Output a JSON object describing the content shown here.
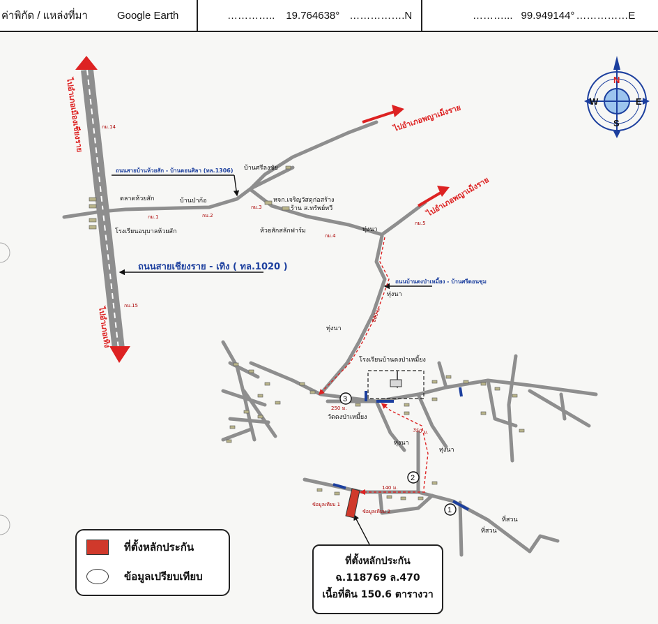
{
  "header": {
    "label": "ค่าพิกัด / แหล่งที่มา",
    "source": "Google Earth",
    "lat_prefix": "…………..",
    "lat_value": "19.764638°",
    "lat_suffix": "…………….N",
    "lon_prefix": "………...",
    "lon_value": "99.949144°",
    "lon_suffix": "……………E"
  },
  "compass": {
    "n": "N",
    "s": "S",
    "e": "E",
    "w": "W"
  },
  "directions": {
    "to_chiang_rai": "ไปอำเภอเมืองเชียงราย",
    "to_thoeng": "ไปอำเภอเทิง",
    "to_phaya_mengrai_1": "ไปอำเภอพญาเม็งราย",
    "to_phaya_mengrai_2": "ไปอำเภอพญาเม็งราย"
  },
  "roads": {
    "road_1306": "ถนนสายบ้านห้วยสัก - บ้านดอนศิลา (ทล.1306)",
    "highway_1020": "ถนนสายเชียงราย - เทิง ( ทล.1020 )",
    "local_road": "ถนนบ้านดงป่าเหมี้ยง - บ้านศรีดอนชุม"
  },
  "places": {
    "market": "ตลาดห้วยสัก",
    "kindergarten": "โรงเรียนอนุบาลห้วยสัก",
    "ban_pa_ko": "บ้านป่าก้อ",
    "ban_si_long_chai": "บ้านศรีลงชัย",
    "shop_1": "หจก.เจริญวัสดุก่อสร้าง",
    "shop_2": "ร้าน ส.ทรัพย์ทวี",
    "farm": "ห้วยสักสลักฟาร์ม",
    "school": "โรงเรียนบ้านดงป่าเหมี้ยง",
    "temple": "วัดดงป่าเหมี้ยง",
    "km1": "กม.1",
    "km2": "กม.2",
    "km3": "กม.3",
    "km4": "กม.4",
    "km5": "กม.5",
    "km14": "กม.14",
    "km15": "กม.15"
  },
  "field_labels": {
    "paddy": "ทุ่งนา",
    "garden": "ที่สวน"
  },
  "route": {
    "dist_main": "800 ม.",
    "dist_2": "250 ม.",
    "dist_3": "140 ม.",
    "dist_4": "350 ม."
  },
  "markers": {
    "m1": "1",
    "m2": "2",
    "m3": "3"
  },
  "neighbors": {
    "left": "ข้อมูลเทียบ 1",
    "right": "ข้อมูลเทียบ 2"
  },
  "legend": {
    "collateral": "ที่ตั้งหลักประกัน",
    "comparable": "ข้อมูลเปรียบเทียบ",
    "collateral_color": "#d0392b"
  },
  "callout": {
    "title": "ที่ตั้งหลักประกัน",
    "deed": "ฉ.118769 ล.470",
    "area": "เนื้อที่ดิน 150.6 ตารางวา"
  }
}
